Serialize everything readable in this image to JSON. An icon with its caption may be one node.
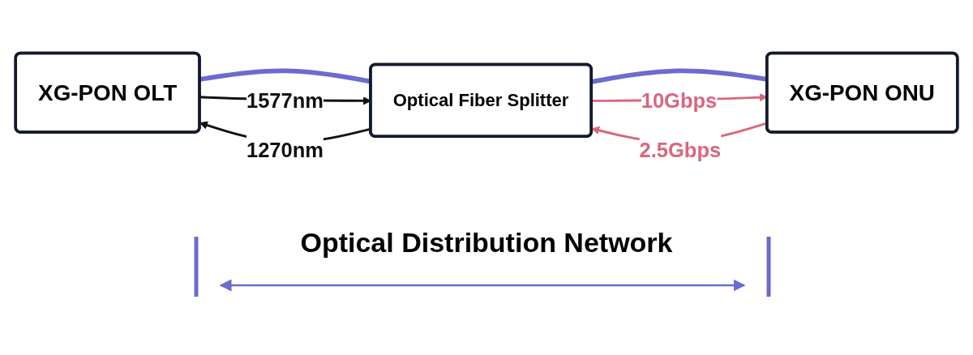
{
  "diagram": {
    "nodes": [
      {
        "text": [
          "XG-PON OLT"
        ]
      },
      {
        "text": [
          "Optical Fiber Splitter"
        ]
      },
      {
        "text": [
          "XG-PON ONU"
        ]
      }
    ],
    "edges": [
      {
        "from": 0,
        "to": 1,
        "arrow": "none",
        "style": "thick",
        "color": "#6b6bd0"
      },
      {
        "from": 0,
        "to": 1,
        "arrow": "to",
        "label": "1577nm",
        "color": "#111111"
      },
      {
        "from": 1,
        "to": 0,
        "arrow": "to",
        "label": "1270nm",
        "color": "#111111"
      },
      {
        "from": 1,
        "to": 2,
        "arrow": "none",
        "style": "thick",
        "color": "#6b6bd0"
      },
      {
        "from": 1,
        "to": 2,
        "arrow": "to",
        "label": "10Gbps",
        "color": "#d9667f"
      },
      {
        "from": 2,
        "to": 1,
        "arrow": "to",
        "label": "2.5Gbps",
        "color": "#d9667f"
      }
    ],
    "labels": [
      "Optical Distribution Network"
    ]
  }
}
